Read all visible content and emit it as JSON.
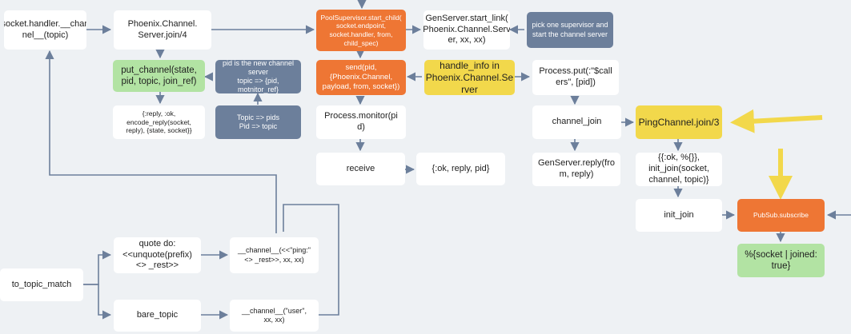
{
  "nodes": {
    "socket_handler": "socket.handler.__chan\nnel__(topic)",
    "phoenix_join": "Phoenix.Channel.\nServer.join/4",
    "pool_start_child": "PoolSupervisor.start_child(\nsocket.endpoint,\nsocket.handler, from,\nchild_spec)",
    "genserver_start_link": "GenServer.start_link(\nPhoenix.Channel.Serv\ner, xx, xx)",
    "pick_supervisor": "pick one supervisor and\nstart the channel server",
    "put_channel": "put_channel(state,\npid, topic, join_ref)",
    "pid_note": "pid is the new channel\nserver\ntopic => {pid,\nmotnitor_ref}",
    "send_pid": "send(pid,\n{Phoenix.Channel,\npayload, from, socket})",
    "handle_info": "handle_info in\nPhoenix.Channel.Se\nrver",
    "process_put": "Process.put(:\"$call\ners\", [pid])",
    "reply_ok": "{:reply, :ok,\nencode_reply(socket,\nreply), {state, socket}}",
    "topic_pids": "Topic => pids\nPid => topic",
    "process_monitor": "Process.monitor(pi\nd)",
    "channel_join": "channel_join",
    "ping_join": "PingChannel.join/3",
    "receive": "receive",
    "ok_reply_pid": "{:ok, reply, pid}",
    "genserver_reply": "GenServer.reply(fro\nm, reply)",
    "ok_init_join": "{{:ok, %{}},\ninit_join(socket,\nchannel, topic)}",
    "init_join": "init_join",
    "pubsub_subscribe": "PubSub.subscribe",
    "socket_joined": "%{socket | joined:\ntrue}",
    "quote_do": "quote do:\n<<unquote(prefix)\n<> _rest>>",
    "channel_ping": "__channel__(<<\"ping:\"\n<> _rest>>, xx, xx)",
    "to_topic_match": "to_topic_match",
    "bare_topic": "bare_topic",
    "channel_user": "__channel__(\"user\",\nxx, xx)"
  },
  "colors": {
    "background": "#eef1f4",
    "white_node": "#ffffff",
    "orange_node": "#ee7634",
    "yellow_node": "#f2d84b",
    "green_node": "#b2e3a3",
    "slate_node": "#6c7f9b",
    "connector": "#6c7f9b",
    "highlight_arrow": "#f2d84b"
  }
}
